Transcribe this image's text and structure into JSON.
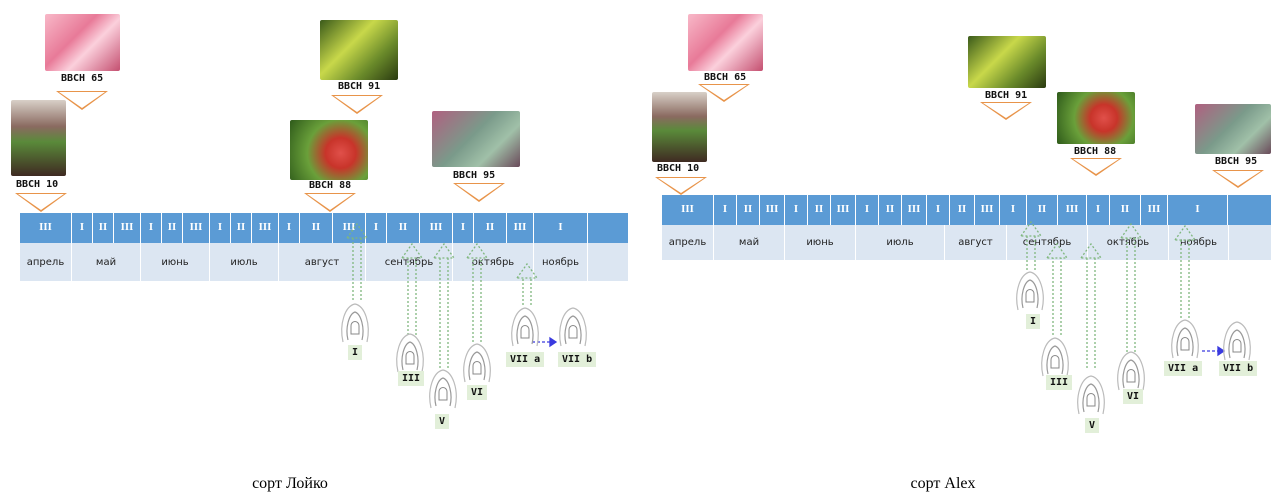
{
  "decades": [
    "III",
    "I",
    "II",
    "III",
    "I",
    "II",
    "III",
    "I",
    "II",
    "III",
    "I",
    "II",
    "III",
    "I",
    "II",
    "III",
    "I",
    "II",
    "III",
    "I"
  ],
  "months": [
    "апрель",
    "май",
    "июнь",
    "июль",
    "август",
    "сентябрь",
    "октябрь",
    "ноябрь"
  ],
  "stage_labels": {
    "s1": "I",
    "s3": "III",
    "s5": "V",
    "s6": "VI",
    "s7a": "VII a",
    "s7b": "VII b"
  },
  "bbch": {
    "b10": "BBCH 10",
    "b65": "BBCH 65",
    "b91": "BBCH 91",
    "b88": "BBCH 88",
    "b95": "BBCH 95"
  },
  "captions": {
    "left": "сорт Лойко",
    "right": "сорт Alex"
  },
  "colors": {
    "header": "#5b9bd5",
    "month_row": "#dce6f2",
    "triangle": "#e8944a",
    "arrow": "#7fb77e",
    "label_bg": "#e2efd9",
    "transition_arrow": "#3a3adf"
  }
}
